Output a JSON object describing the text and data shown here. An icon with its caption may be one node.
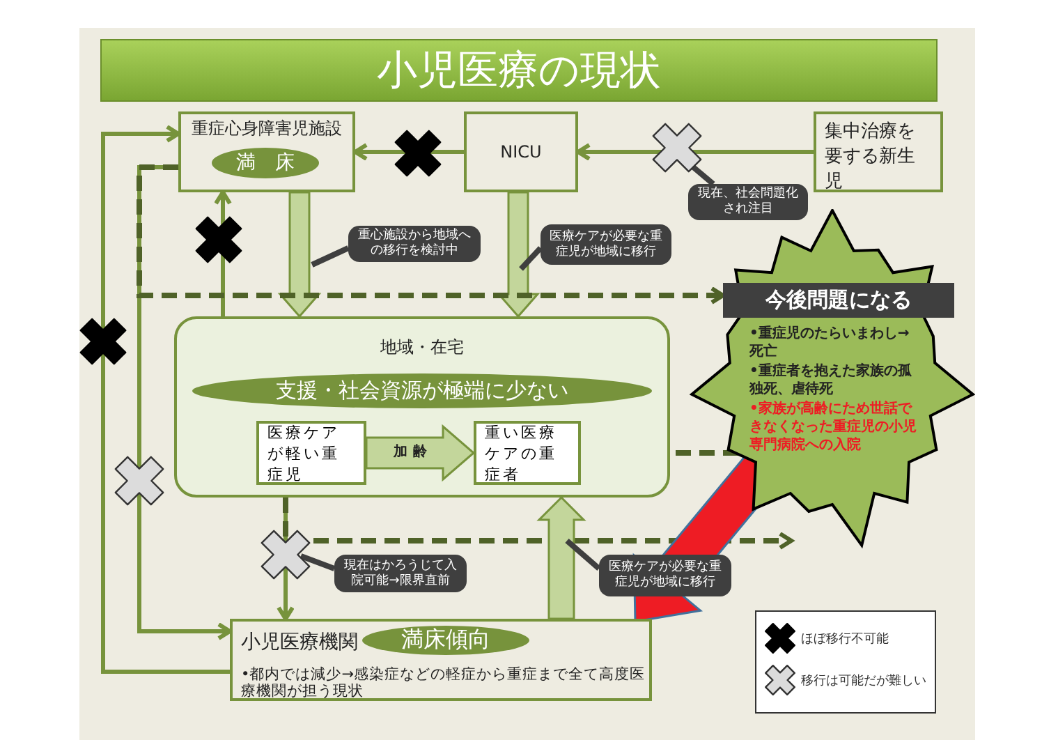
{
  "diagram": {
    "title": "小児医療の現状",
    "nodes": [
      {
        "text": [
          "重症心身障害児施設"
        ]
      },
      {
        "text": [
          "満　床"
        ],
        "in": 0
      },
      {
        "text": [
          "NICU"
        ]
      },
      {
        "text": [
          "集中治療を要する新生児"
        ]
      },
      {
        "text": [
          "現在、社会問題化され注目"
        ]
      },
      {
        "text": [
          "重心施設から地域への移行を検討中"
        ]
      },
      {
        "text": [
          "医療ケアが必要な重症児が地域に移行"
        ]
      },
      {
        "text": [
          "今後問題になる",
          "•重症児のたらいまわし→死亡",
          "•重症者を抱えた家族の孤独死、虐待死",
          "•家族が高齢にため世話できなくなった重症児の小児専門病院への入院"
        ]
      },
      {
        "text": [
          "地域・在宅"
        ]
      },
      {
        "text": [
          "支援・社会資源が極端に少ない"
        ],
        "in": 8
      },
      {
        "text": [
          "医療ケアが軽い重症児"
        ],
        "in": 8
      },
      {
        "text": [
          "重い医療ケアの重症者"
        ],
        "in": 8
      },
      {
        "text": [
          "現在はかろうじて入院可能→限界直前"
        ]
      },
      {
        "text": [
          "医療ケアが必要な重症児が地域に移行"
        ]
      },
      {
        "text": [
          "小児医療機関",
          "•都内では減少→感染症などの軽症から重症まで全て高度医療機関が担う現状"
        ]
      },
      {
        "text": [
          "満床傾向"
        ],
        "in": 14
      }
    ],
    "edges": [
      {
        "from": 3,
        "to": 2,
        "arrow": "to"
      },
      {
        "from": 2,
        "to": 0,
        "arrow": "to"
      },
      {
        "from": 0,
        "to": 8,
        "arrow": "to",
        "style": "thick",
        "color": "#c3d69b"
      },
      {
        "from": 2,
        "to": 8,
        "arrow": "to",
        "style": "thick",
        "color": "#c3d69b"
      },
      {
        "from": 8,
        "to": 0,
        "arrow": "to"
      },
      {
        "from": 14,
        "to": 0,
        "arrow": "to"
      },
      {
        "from": 0,
        "to": 14,
        "arrow": "to"
      },
      {
        "from": 0,
        "to": 7,
        "arrow": "to",
        "style": "dashed",
        "color": "#4f6228"
      },
      {
        "from": 10,
        "to": 11,
        "arrow": "to",
        "label": "加齢",
        "style": "thick",
        "color": "#c3d69b"
      },
      {
        "from": 11,
        "to": 7,
        "arrow": "to",
        "style": "dashed",
        "color": "#4f6228"
      },
      {
        "from": 8,
        "to": 14,
        "arrow": "to"
      },
      {
        "from": 8,
        "to": 7,
        "arrow": "to",
        "style": "dashed",
        "color": "#4f6228"
      },
      {
        "from": 14,
        "to": 8,
        "arrow": "to",
        "style": "thick",
        "color": "#c3d69b"
      },
      {
        "from": 7,
        "to": 14,
        "arrow": "to",
        "style": "thick",
        "color": "#ee1c24"
      },
      {
        "from": 4,
        "to": null,
        "arrow": "none"
      },
      {
        "from": 5,
        "to": null,
        "arrow": "none"
      },
      {
        "from": 6,
        "to": null,
        "arrow": "none"
      },
      {
        "from": 12,
        "to": null,
        "arrow": "none"
      },
      {
        "from": 13,
        "to": null,
        "arrow": "none"
      }
    ],
    "legend": [
      {
        "text": "ほぼ移行不可能"
      },
      {
        "text": "移行は可能だが難しい"
      }
    ]
  }
}
